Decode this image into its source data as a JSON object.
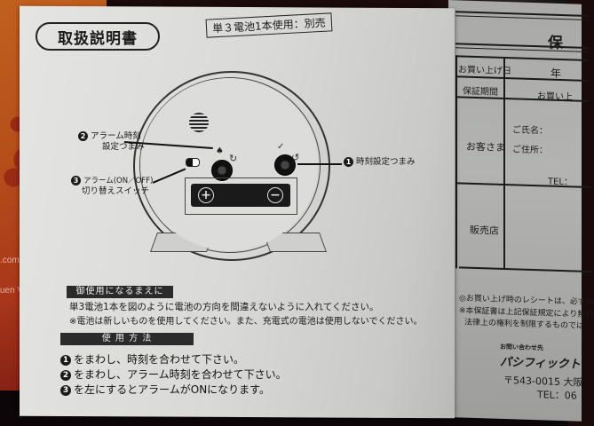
{
  "background": {
    "tablecloth_texts": [
      ".com",
      "uen V"
    ]
  },
  "manual": {
    "title": "取扱説明書",
    "battery_note": "単３電池1本使用：別売",
    "diagram": {
      "labels": [
        {
          "num": "2",
          "lines": [
            "アラーム時刻",
            "設定つまみ"
          ]
        },
        {
          "num": "3",
          "lines": [
            "アラーム(ON／OFF)",
            "切り替えスイッチ"
          ]
        },
        {
          "num": "1",
          "lines": [
            "時刻設定つまみ"
          ]
        }
      ],
      "battery_plus": "+",
      "battery_minus": "−"
    },
    "sections": {
      "before_use": {
        "heading": "御使用になるまえに",
        "lines": [
          "単3電池1本を図のように電池の方向を間違えないように入れてください。",
          "※電池は新しいものを使用してください。また、充電式の電池は使用しないでください。"
        ]
      },
      "how_to_use": {
        "heading": "使 用 方 法",
        "steps": [
          {
            "num": "1",
            "text": "をまわし、時刻を合わせて下さい。"
          },
          {
            "num": "2",
            "text": "をまわし、アラーム時刻を合わせて下さい。"
          },
          {
            "num": "3",
            "text": "を左にするとアラームがONになります。"
          }
        ]
      }
    }
  },
  "warranty": {
    "title_partial": "保",
    "rows": {
      "purchase_date": "お買い上げ日",
      "year": "年",
      "warranty_period": "保証期間",
      "purchase_partial": "お買い上",
      "customer": "お客さま",
      "name": "ご氏名：",
      "address": "ご住所：",
      "tel": "TEL：",
      "dealer": "販売店"
    },
    "notes": [
      "◎お買い上げ時のレシートは、必ず保",
      "※本保証書は上記保証規定により無料",
      "法律上の権利を制限するものでは"
    ],
    "contact_label": "お問い合わせ先",
    "company": "パシフィックト",
    "postal": "〒543-0015 大阪",
    "tel": "TEL：06"
  }
}
